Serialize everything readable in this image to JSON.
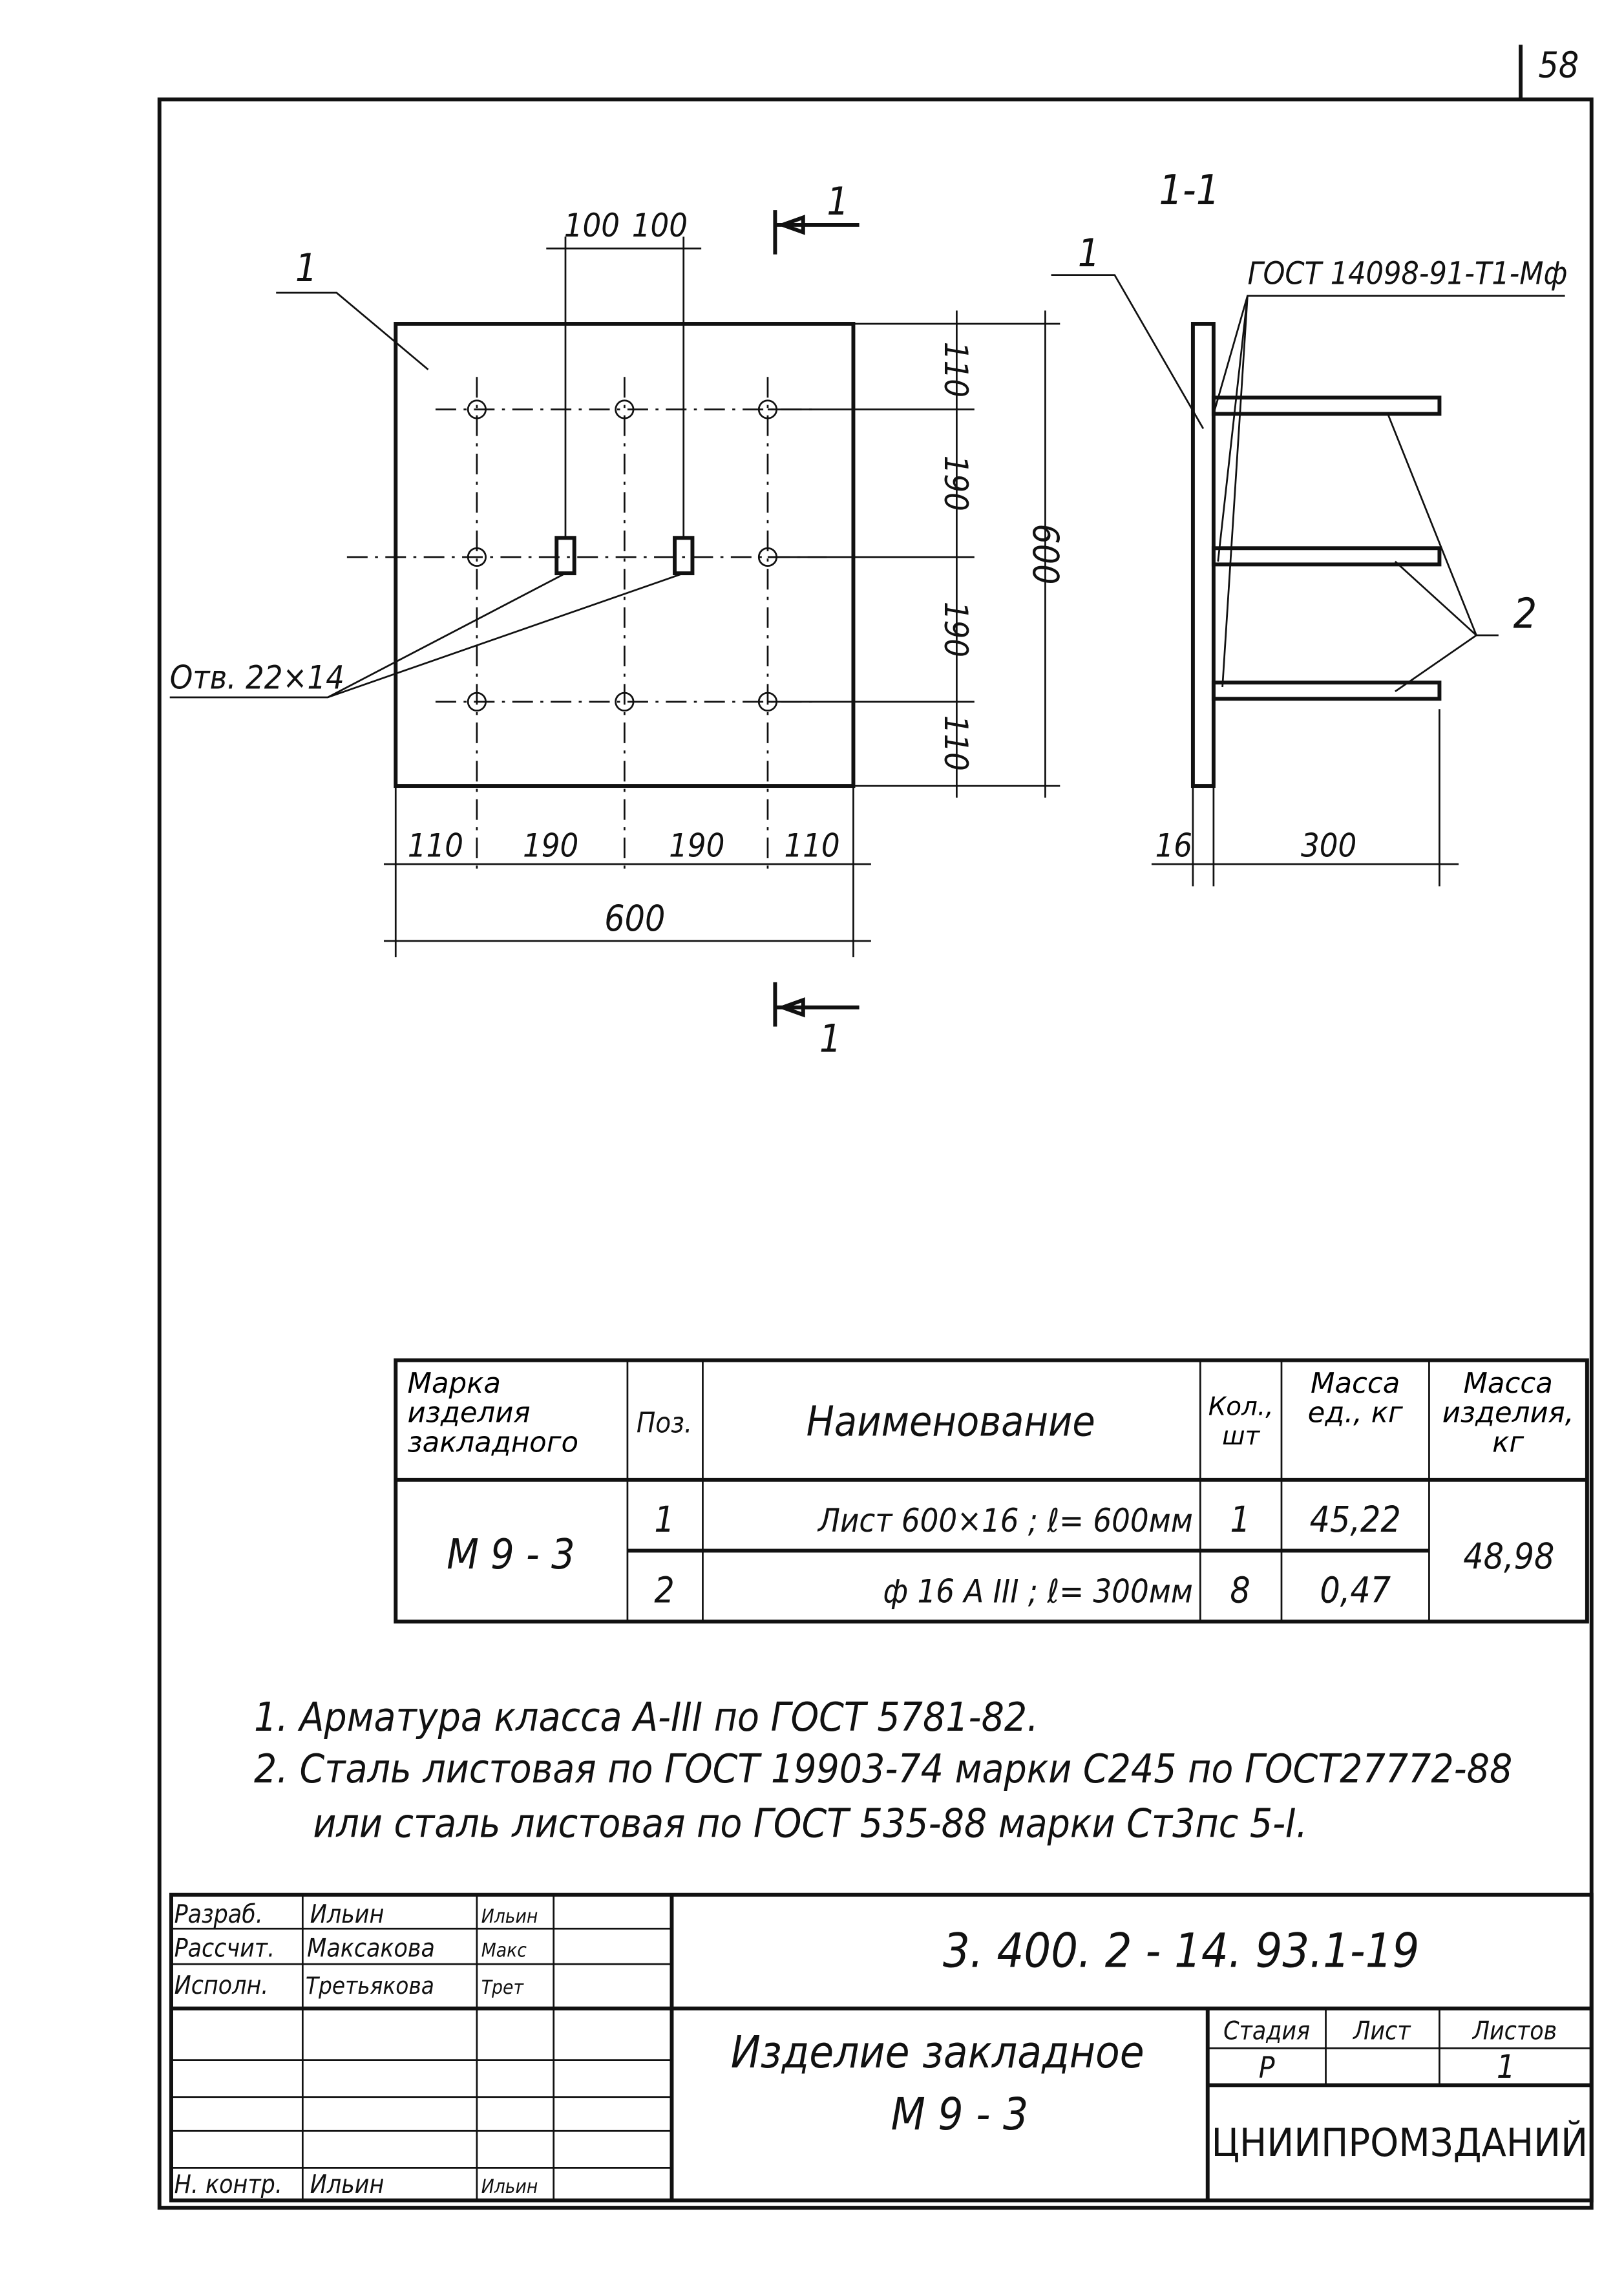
{
  "page_number": "58",
  "plan_view": {
    "top_dims": [
      "100",
      "100"
    ],
    "section_mark": "1",
    "position_label": "1",
    "right_dims": [
      "110",
      "190",
      "190",
      "110"
    ],
    "right_total": "600",
    "bottom_dims": [
      "110",
      "190",
      "190",
      "110"
    ],
    "bottom_total": "600",
    "hole_note": "Отв. 22×14"
  },
  "section_view": {
    "title": "1-1",
    "plate_label": "1",
    "weld_note": "ГОСТ 14098-91-Т1-Мф",
    "bar_label": "2",
    "dims": [
      "16",
      "300"
    ]
  },
  "spec_table": {
    "headers": [
      "Марка изделия закладного",
      "Поз.",
      "Наименование",
      "Кол., шт",
      "Масса ед., кг",
      "Масса изделия, кг"
    ],
    "mark": "М 9 - 3",
    "rows": [
      {
        "pos": "1",
        "name": "Лист 600×16 ; ℓ= 600мм",
        "qty": "1",
        "unit_mass": "45,22"
      },
      {
        "pos": "2",
        "name": "ф 16 А III ; ℓ= 300мм",
        "qty": "8",
        "unit_mass": "0,47"
      }
    ],
    "total_mass": "48,98"
  },
  "notes": [
    "1.  Арматура класса А-III по ГОСТ 5781-82.",
    "2.  Сталь листовая по ГОСТ 19903-74 марки С245 по ГОСТ27772-88",
    "или сталь листовая по ГОСТ 535-88 марки Ст3пс 5-I."
  ],
  "title_block": {
    "people": [
      {
        "role": "Разраб.",
        "name": "Ильин",
        "signature": "Ильин"
      },
      {
        "role": "Рассчит.",
        "name": "Максакова",
        "signature": "Макс"
      },
      {
        "role": "Исполн.",
        "name": "Третьякова",
        "signature": "Трет"
      },
      {
        "role": "Н. контр.",
        "name": "Ильин",
        "signature": "Ильин"
      }
    ],
    "document_code": "3. 400. 2 - 14. 93.1-19",
    "item_title": "Изделие закладное",
    "item_mark": "М 9 - 3",
    "stage_header": "Стадия",
    "sheet_header": "Лист",
    "sheets_header": "Листов",
    "stage": "Р",
    "sheet": "",
    "sheets": "1",
    "organization": "ЦНИИПРОМЗДАНИЙ"
  }
}
